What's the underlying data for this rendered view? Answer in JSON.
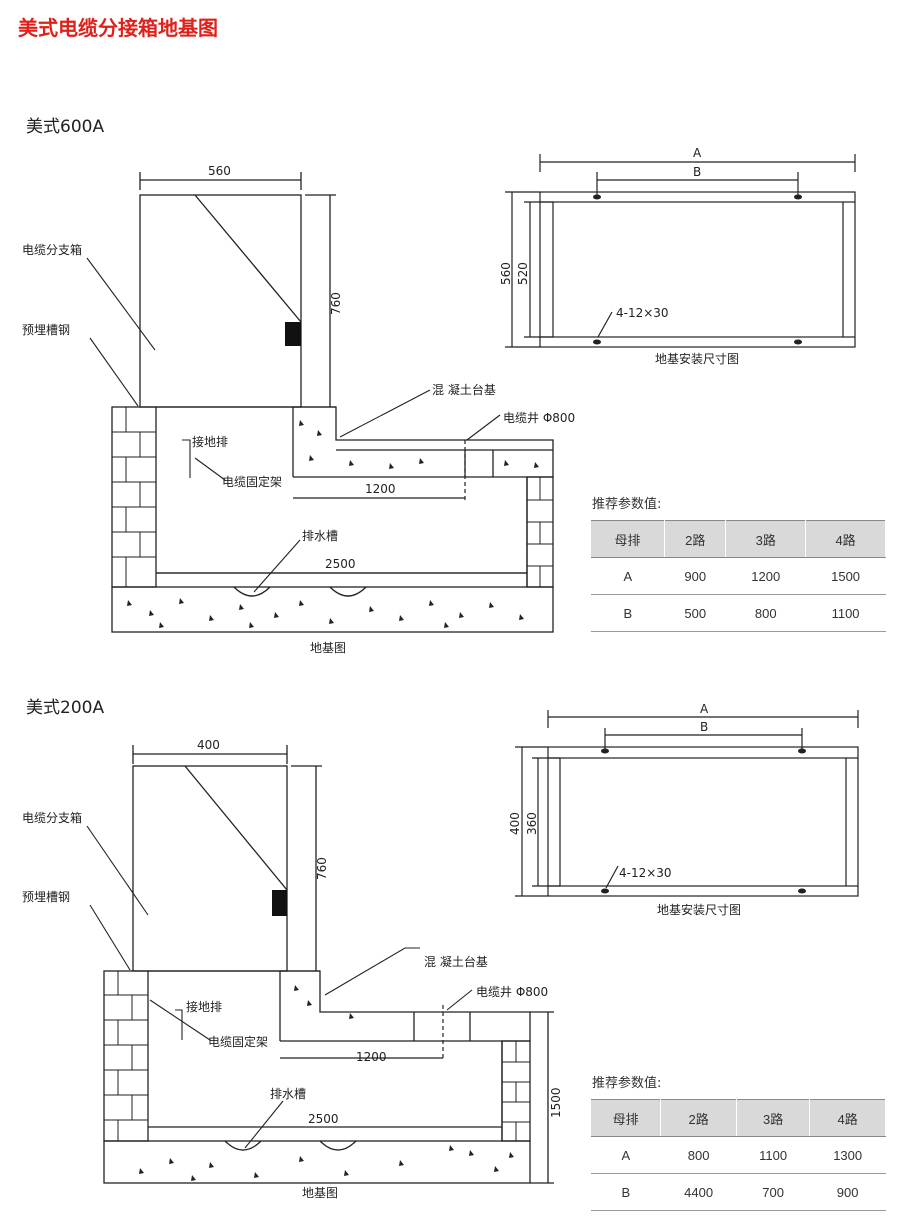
{
  "page_title": "美式电缆分接箱地基图",
  "sections": [
    {
      "title": "美式600A",
      "labels": {
        "box": "电缆分支箱",
        "steel": "预埋槽钢",
        "ground": "接地排",
        "bracket": "电缆固定架",
        "concrete": "混 凝土台基",
        "well": "电缆井 Φ800",
        "drain": "排水槽",
        "foundation": "地基图",
        "install": "地基安装尺寸图",
        "hole": "4-12×30"
      },
      "dims": {
        "width": "560",
        "height": "760",
        "span1": "1200",
        "span2": "2500",
        "A": "A",
        "B": "B",
        "outer_h": "560",
        "inner_h": "520"
      },
      "rec_title": "推荐参数值:",
      "table": {
        "headers": [
          "母排",
          "2路",
          "3路",
          "4路"
        ],
        "rows": [
          [
            "A",
            "900",
            "1200",
            "1500"
          ],
          [
            "B",
            "500",
            "800",
            "1100"
          ]
        ]
      }
    },
    {
      "title": "美式200A",
      "labels": {
        "box": "电缆分支箱",
        "steel": "预埋槽钢",
        "ground": "接地排",
        "bracket": "电缆固定架",
        "concrete": "混 凝土台基",
        "well": "电缆井 Φ800",
        "drain": "排水槽",
        "foundation": "地基图",
        "install": "地基安装尺寸图",
        "hole": "4-12×30"
      },
      "dims": {
        "width": "400",
        "height": "760",
        "span1": "1200",
        "span2": "2500",
        "depth": "1500",
        "A": "A",
        "B": "B",
        "outer_h": "400",
        "inner_h": "360"
      },
      "rec_title": "推荐参数值:",
      "table": {
        "headers": [
          "母排",
          "2路",
          "3路",
          "4路"
        ],
        "rows": [
          [
            "A",
            "800",
            "1100",
            "1300"
          ],
          [
            "B",
            "4400",
            "700",
            "900"
          ]
        ]
      }
    }
  ]
}
